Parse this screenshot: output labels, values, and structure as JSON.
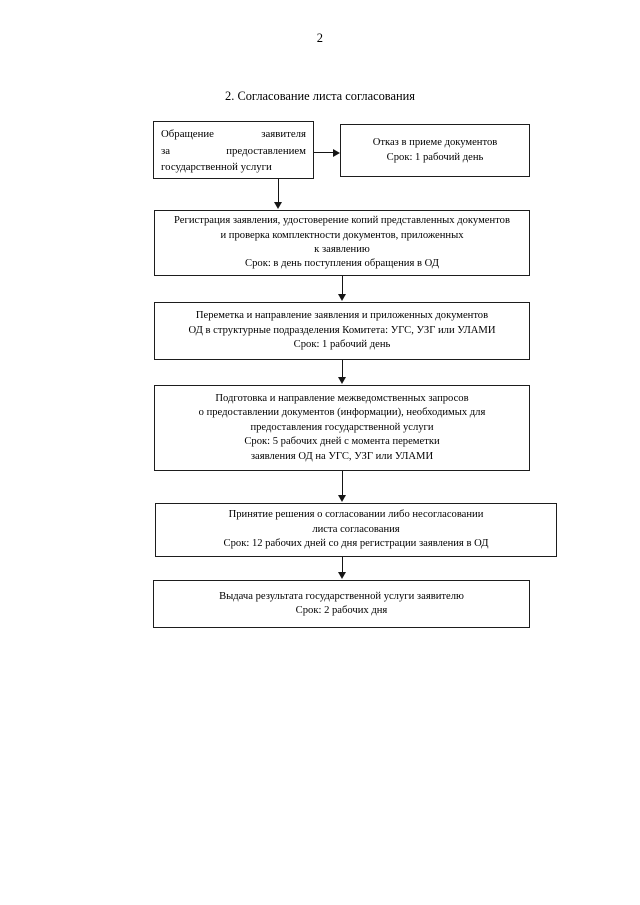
{
  "page": {
    "number": "2"
  },
  "diagram": {
    "title": "2. Согласование листа согласования",
    "nodes": [
      {
        "id": "applicant-request",
        "lines": [
          "Обращение заявителя",
          "за предоставлением",
          "государственной услуги"
        ]
      },
      {
        "id": "refusal",
        "lines": [
          "Отказ в приеме документов",
          "Срок: 1 рабочий день"
        ]
      },
      {
        "id": "registration",
        "lines": [
          "Регистрация заявления, удостоверение копий представленных документов",
          "и проверка комплектности документов, приложенных",
          "к заявлению",
          "Срок: в день поступления обращения в ОД"
        ]
      },
      {
        "id": "transfer",
        "lines": [
          "Переметка и направление заявления и приложенных документов",
          "ОД в структурные подразделения Комитета: УГС, УЗГ или УЛАМИ",
          "Срок: 1 рабочий день"
        ]
      },
      {
        "id": "interagency-requests",
        "lines": [
          "Подготовка и направление межведомственных запросов",
          "о предоставлении документов (информации), необходимых для",
          "предоставления государственной услуги",
          "Срок: 5 рабочих дней с момента переметки",
          "заявления ОД на УГС, УЗГ или УЛАМИ"
        ]
      },
      {
        "id": "decision",
        "lines": [
          "Принятие решения о согласовании либо несогласовании",
          "листа согласования",
          "Срок: 12 рабочих дней со дня регистрации заявления в ОД"
        ]
      },
      {
        "id": "issue-result",
        "lines": [
          "Выдача результата государственной услуги заявителю",
          "Срок: 2 рабочих дня"
        ]
      }
    ],
    "connectors": [
      {
        "id": "applicant-to-refusal",
        "from": "applicant-request",
        "to": "refusal",
        "direction": "right"
      },
      {
        "id": "applicant-to-registration",
        "from": "applicant-request",
        "to": "registration",
        "direction": "down"
      },
      {
        "id": "registration-to-transfer",
        "from": "registration",
        "to": "transfer",
        "direction": "down"
      },
      {
        "id": "transfer-to-requests",
        "from": "transfer",
        "to": "interagency-requests",
        "direction": "down"
      },
      {
        "id": "requests-to-decision",
        "from": "interagency-requests",
        "to": "decision",
        "direction": "down"
      },
      {
        "id": "decision-to-issue",
        "from": "decision",
        "to": "issue-result",
        "direction": "down"
      }
    ]
  },
  "colors": {
    "page_background": "#ffffff",
    "text": "#000000",
    "box_border": "#1d1d1d",
    "connector": "#151515"
  }
}
